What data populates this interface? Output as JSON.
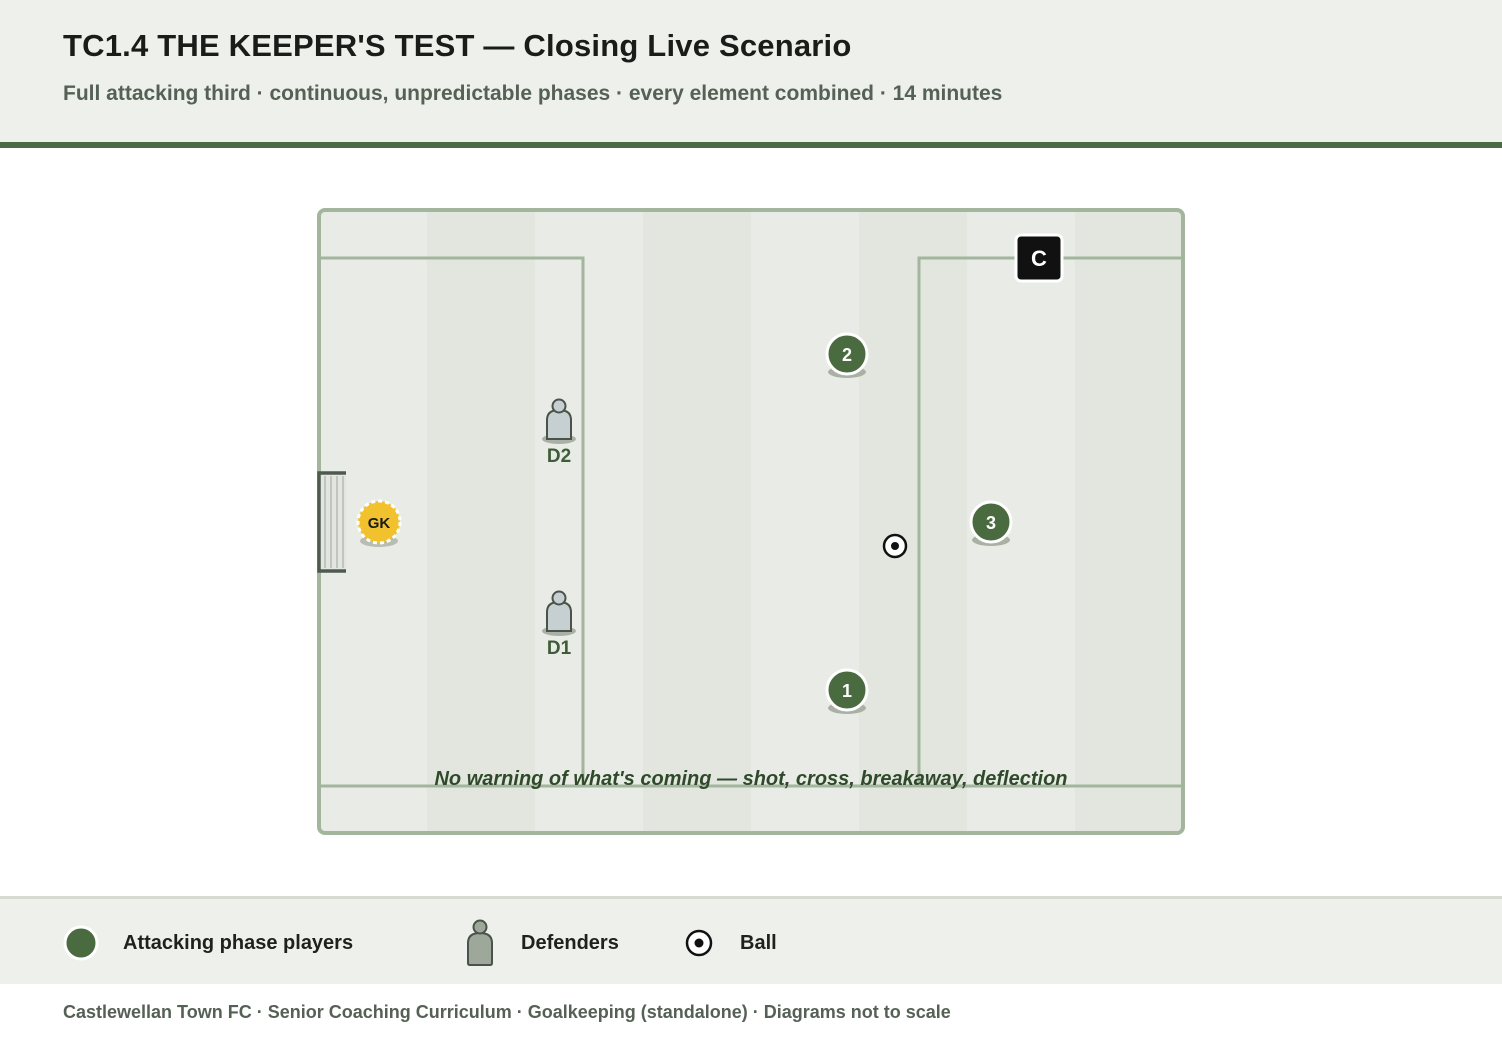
{
  "header": {
    "title": "TC1.4 THE KEEPER'S TEST — Closing Live Scenario",
    "subtitle": "Full attacking third · continuous, unpredictable phases · every element combined · 14 minutes"
  },
  "diagram": {
    "goalkeeper_label": "GK",
    "coach_label": "C",
    "defenders": [
      {
        "label": "D2"
      },
      {
        "label": "D1"
      }
    ],
    "attackers": [
      {
        "label": "2"
      },
      {
        "label": "3"
      },
      {
        "label": "1"
      }
    ],
    "annotation": "No warning of what's coming — shot, cross, breakaway, deflection"
  },
  "legend": {
    "attackers_label": "Attacking phase players",
    "defenders_label": "Defenders",
    "ball_label": "Ball"
  },
  "footer": {
    "text": "Castlewellan Town FC · Senior Coaching Curriculum · Goalkeeping (standalone) · Diagrams not to scale"
  },
  "colors": {
    "accent": "#4b6b43",
    "pitch": "#e9ece6",
    "pitch_stripe": "#e2e6de",
    "lines": "#a3b59d",
    "goalkeeper": "#f2c12e",
    "coach": "#111111"
  }
}
